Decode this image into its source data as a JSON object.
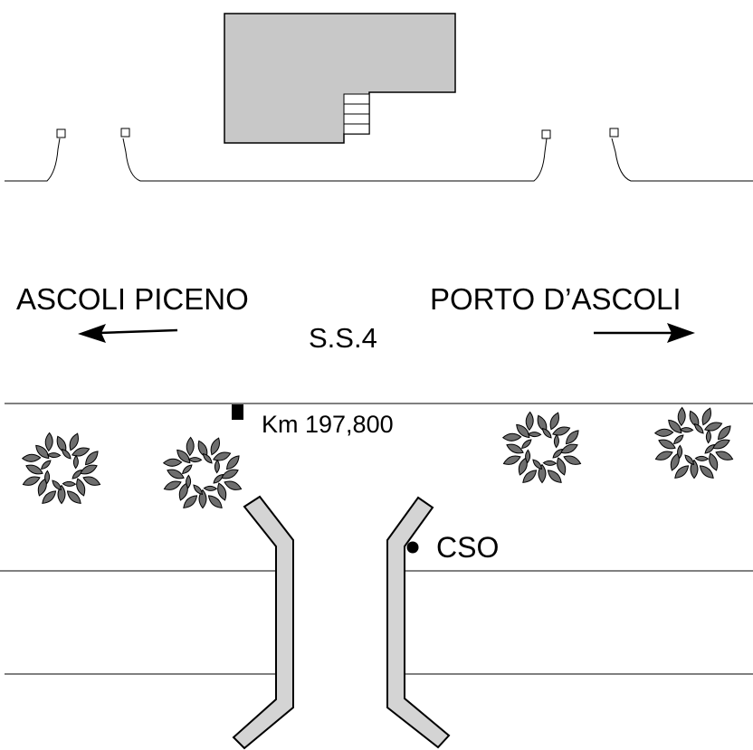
{
  "labels": {
    "left_destination": "ASCOLI PICENO",
    "right_destination": "PORTO  D’ASCOLI",
    "road_name": "S.S.4",
    "kilometer_marker": "Km 197,800",
    "sensor_site": "CSO"
  },
  "colors": {
    "building_fill": "#c8c8c8",
    "bush_fill": "#6e6e6e",
    "median_fill": "#d4d4d4",
    "stroke": "#000000"
  },
  "icons": {
    "left_arrow": "arrow-left-icon",
    "right_arrow": "arrow-right-icon",
    "bush": "bush-icon",
    "km_marker": "square-marker-icon",
    "sensor": "dot-marker-icon"
  }
}
